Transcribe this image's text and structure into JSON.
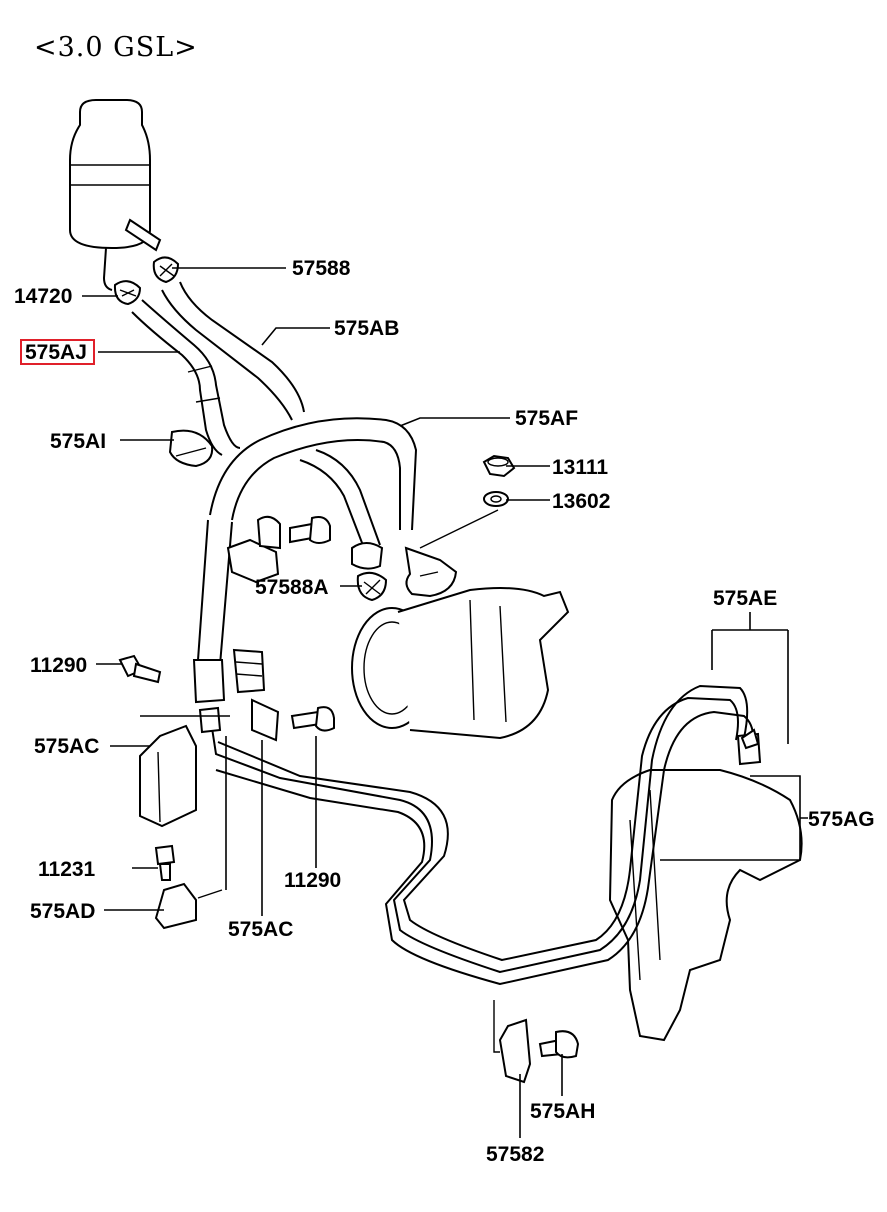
{
  "title": "<3.0 GSL>",
  "highlight": {
    "label": "575AJ",
    "color": "#e0202a"
  },
  "labels": {
    "p57588": "57588",
    "p14720": "14720",
    "p575AB": "575AB",
    "p575AJ": "575AJ",
    "p575AF": "575AF",
    "p575AI": "575AI",
    "p13111": "13111",
    "p13602": "13602",
    "p57588A": "57588A",
    "p575AE": "575AE",
    "p11290a": "11290",
    "p575ACa": "575AC",
    "p575AG": "575AG",
    "p11231": "11231",
    "p11290b": "11290",
    "p575AD": "575AD",
    "p575ACb": "575AC",
    "p575AH": "575AH",
    "p57582": "57582"
  }
}
